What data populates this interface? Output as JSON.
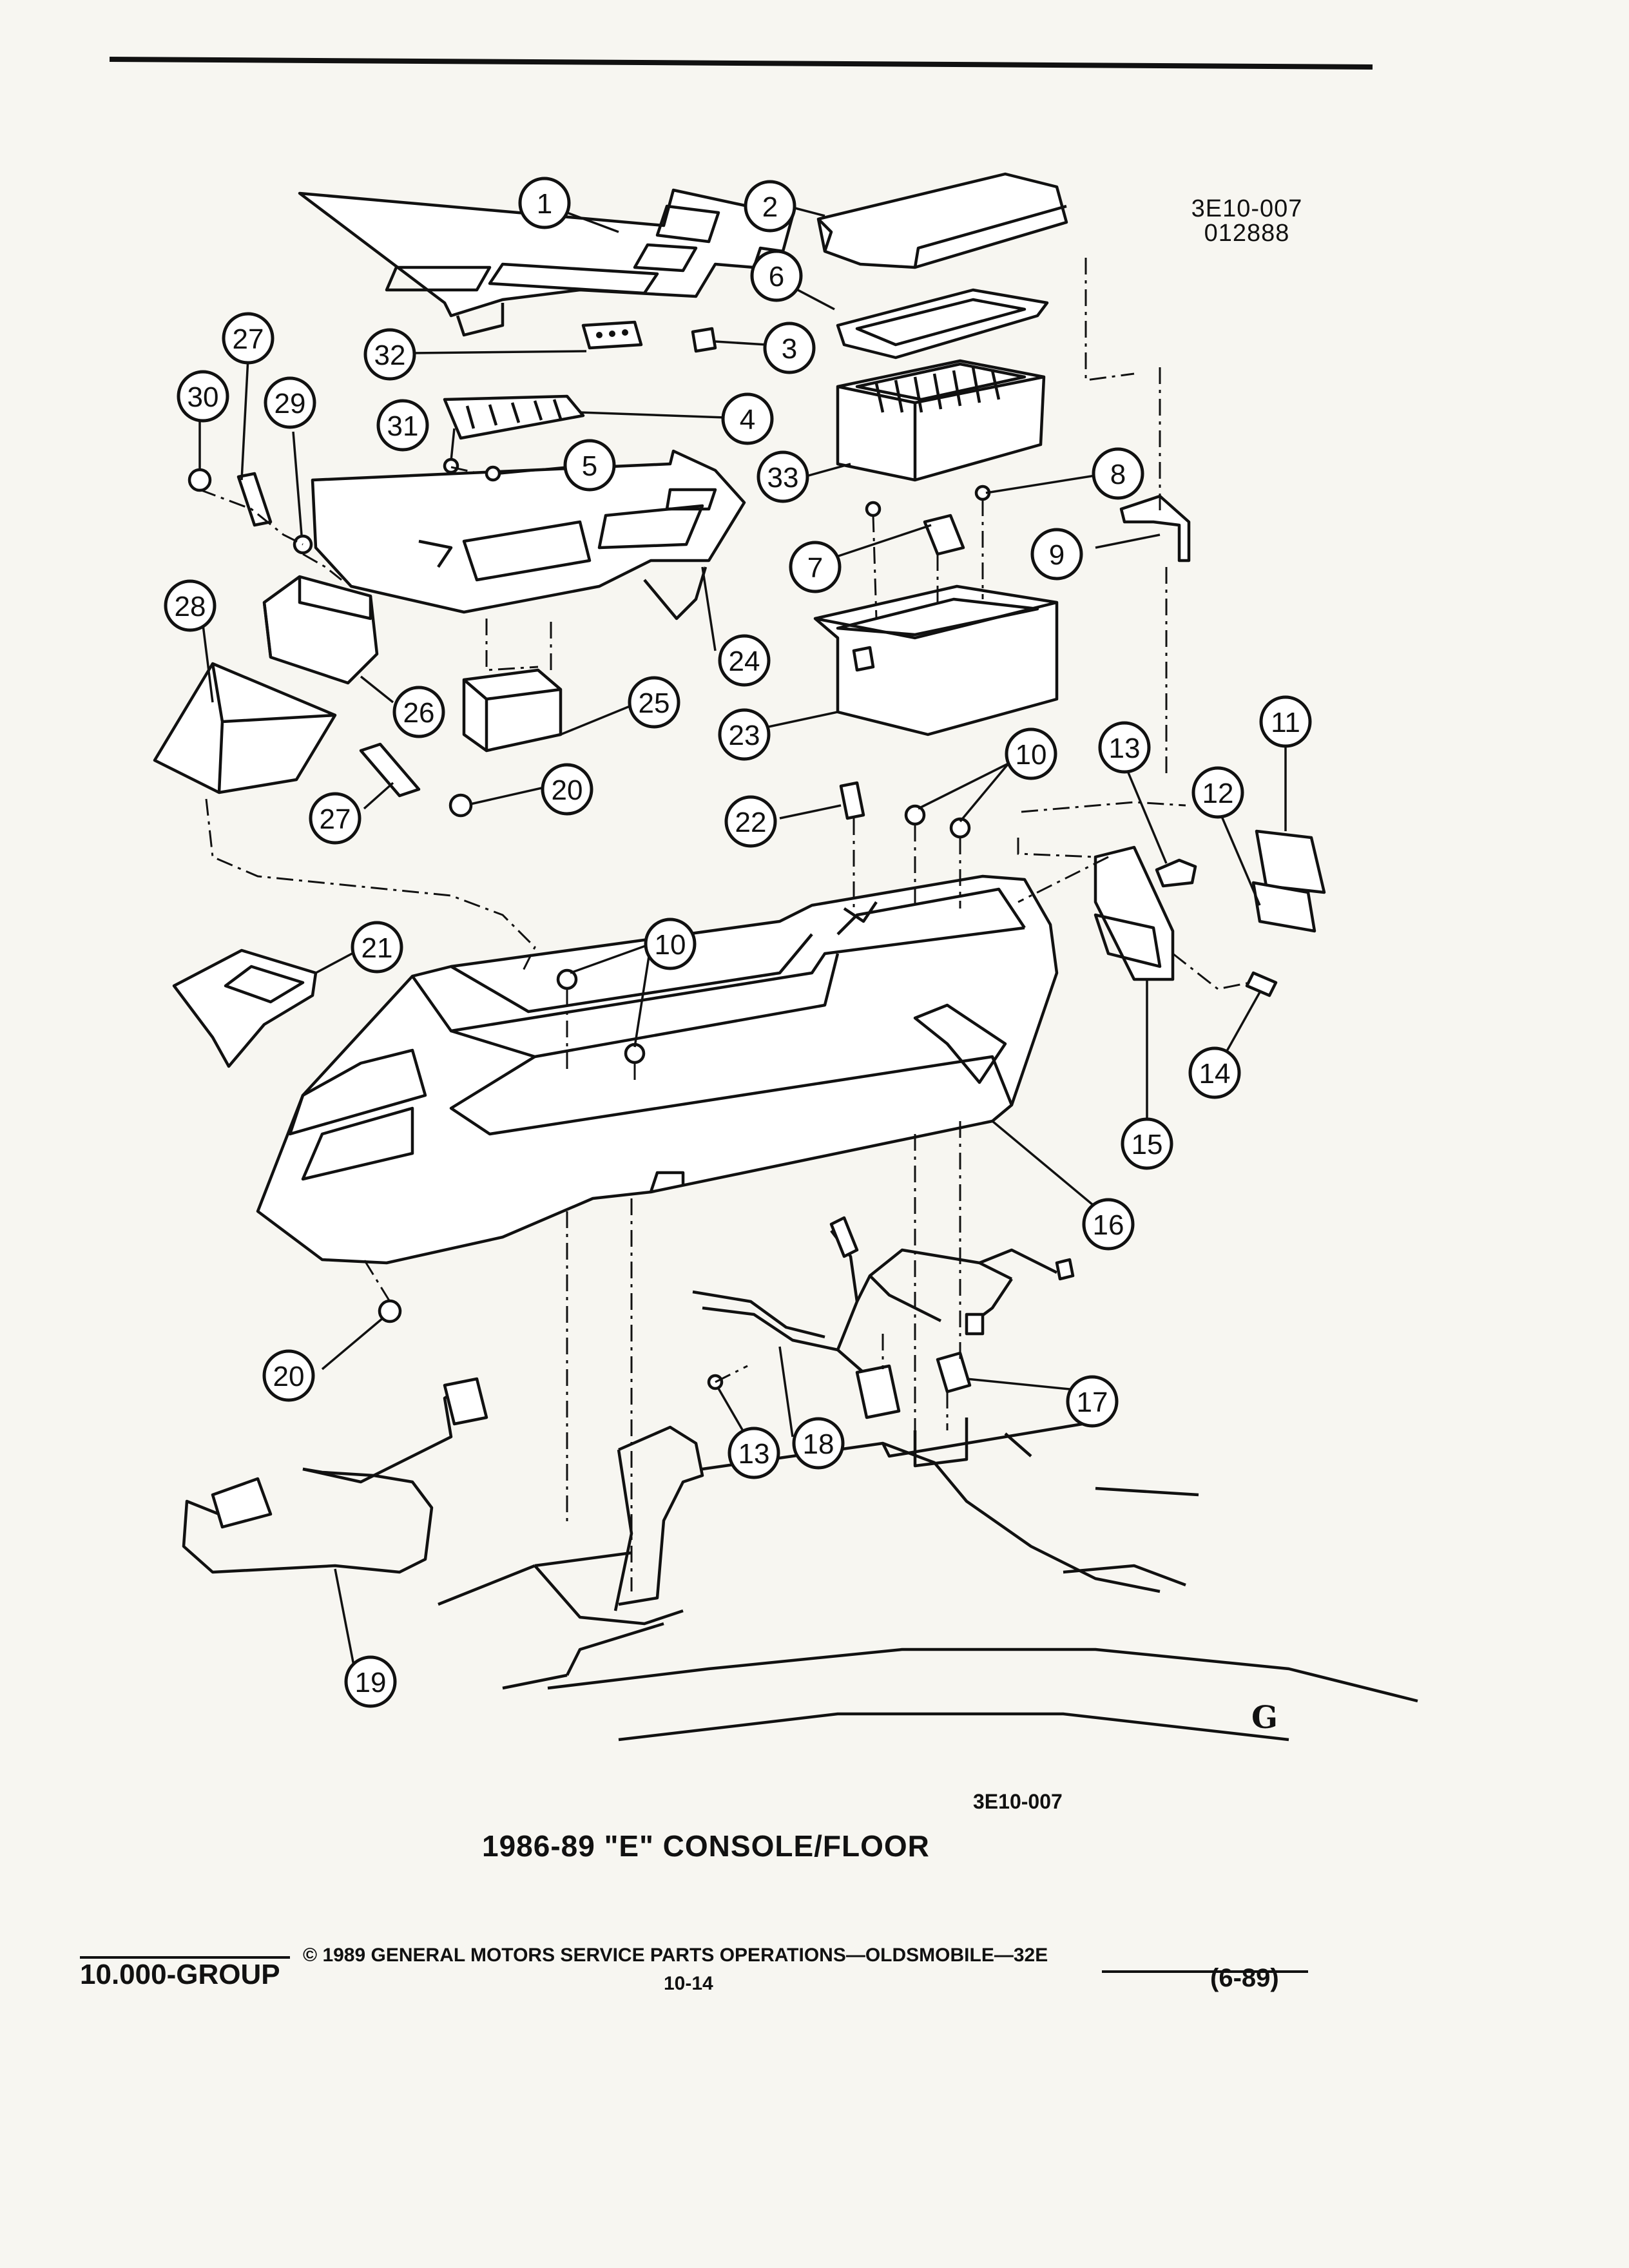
{
  "drawing_code": [
    "3E10-007",
    "012888"
  ],
  "callout_numbers": [
    "1",
    "2",
    "3",
    "4",
    "5",
    "6",
    "7",
    "8",
    "9",
    "10",
    "11",
    "12",
    "13",
    "14",
    "15",
    "16",
    "17",
    "18",
    "19",
    "20",
    "21",
    "22",
    "23",
    "24",
    "25",
    "26",
    "27",
    "28",
    "29",
    "30",
    "31",
    "32",
    "33"
  ],
  "figure_code": "3E10-007",
  "figure_title": "1986-89 \"E\" CONSOLE/FLOOR",
  "footer": {
    "group": "10.000-GROUP",
    "copyright": "© 1989 GENERAL MOTORS SERVICE PARTS OPERATIONS—OLDSMOBILE—32E",
    "page": "10-14",
    "date": "(6-89)"
  },
  "brand_mark": "G"
}
